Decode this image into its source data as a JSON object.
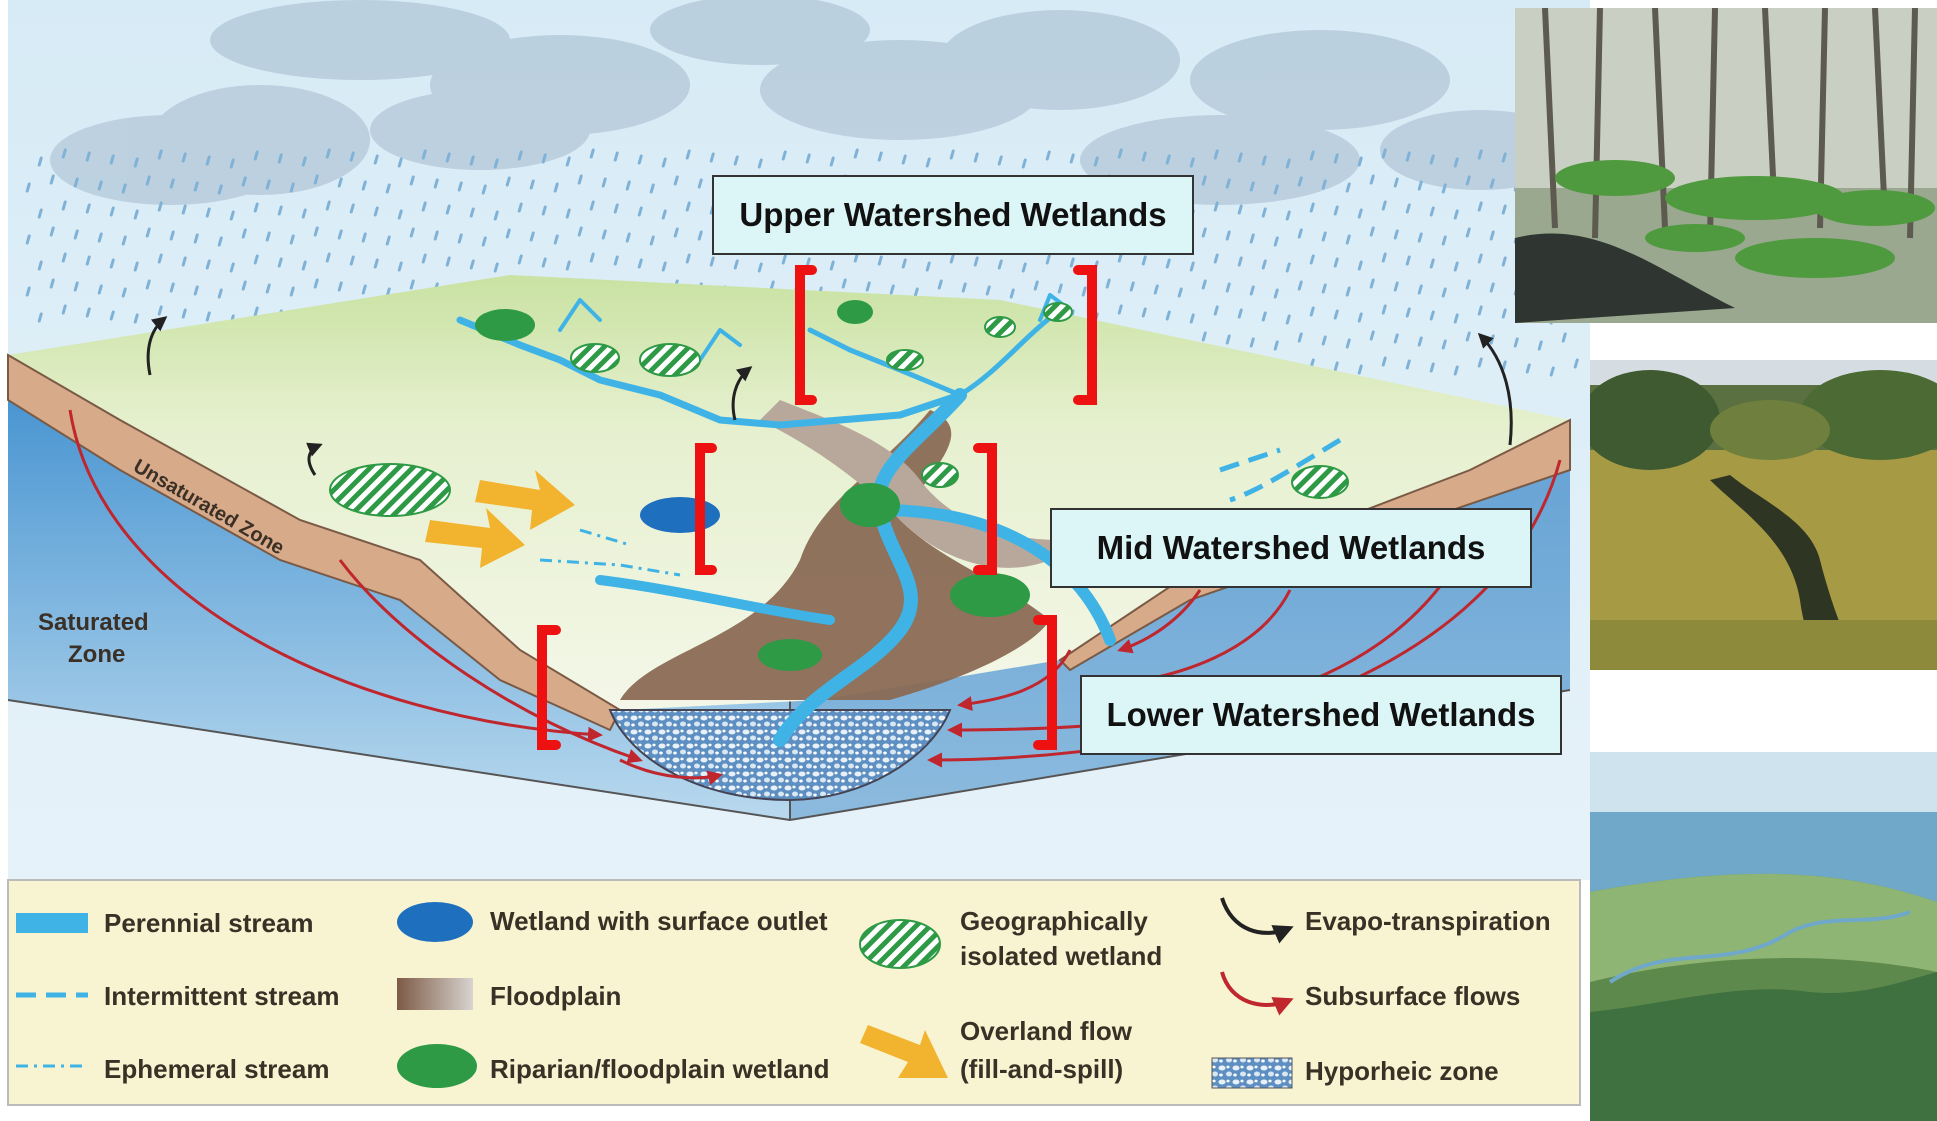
{
  "callouts": {
    "upper": "Upper Watershed Wetlands",
    "mid": "Mid Watershed Wetlands",
    "lower": "Lower Watershed Wetlands"
  },
  "zones": {
    "unsaturated": "Unsaturated Zone",
    "saturated_line1": "Saturated",
    "saturated_line2": "Zone"
  },
  "legend": {
    "perennial": "Perennial stream",
    "intermittent": "Intermittent stream",
    "ephemeral": "Ephemeral stream",
    "wetland_outlet": "Wetland with surface outlet",
    "floodplain": "Floodplain",
    "riparian": "Riparian/floodplain wetland",
    "isolated_line1": "Geographically",
    "isolated_line2": "isolated wetland",
    "overland_line1": "Overland flow",
    "overland_line2": "(fill-and-spill)",
    "evapo": "Evapo-transpiration",
    "subsurface": "Subsurface flows",
    "hyporheic": "Hyporheic zone"
  },
  "colors": {
    "perennial": "#3fb3e6",
    "wetland_outlet": "#1f6fbf",
    "riparian": "#2e9a45",
    "floodplain": "#8a6a55",
    "overland": "#f2b42f",
    "subsurface": "#c0262d",
    "bracket": "#ee1111",
    "callout_bg": "#dcf6f8",
    "legend_bg": "#f8f4d2"
  },
  "photos": [
    {
      "name": "forested-wetland-photo"
    },
    {
      "name": "grassy-stream-photo"
    },
    {
      "name": "aerial-coastal-photo"
    }
  ]
}
